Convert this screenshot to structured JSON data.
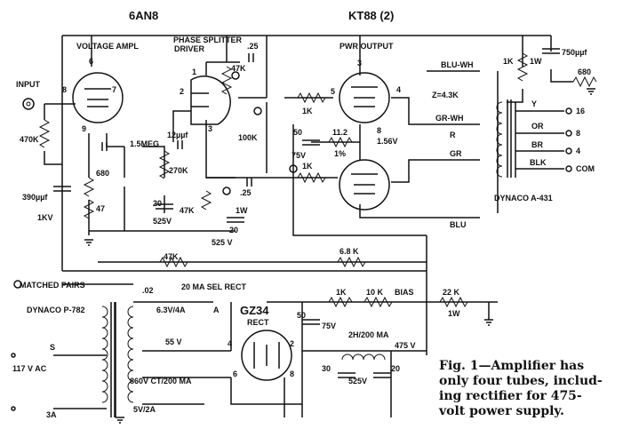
{
  "tubes": {
    "v1": "6AN8",
    "v2": "KT88 (2)",
    "rect": "GZ34",
    "rect_sub": "RECT"
  },
  "sections": {
    "voltage_ampl": "VOLTAGE AMPL",
    "phase_splitter_1": "PHASE SPLITTER",
    "phase_splitter_2": "DRIVER",
    "pwr_output": "PWR OUTPUT",
    "input": "INPUT",
    "matched_pairs": "MATCHED PAIRS"
  },
  "components": {
    "r_470k": "470K",
    "r_680": "680",
    "r_47": "47",
    "c_390": "390µµf",
    "c_1kv": "1KV",
    "r_1_5meg": "1.5MEG",
    "c_12uuf": "12µµf",
    "r_270k": "270K",
    "c_20": "20",
    "c_525v": "525V",
    "r_47k_a": "47K",
    "r_47k_b": "47K",
    "r_47k_c": "47K",
    "r_1w_a": "1W",
    "c_20b": "20",
    "c_525vb": "525 V",
    "c_25a": ".25",
    "c_25b": ".25",
    "r_100k": "100K",
    "r_1k_a": "1K",
    "r_1k_b": "1K",
    "c_50": "50",
    "c_75v": "75V",
    "r_11_2": "11.2",
    "r_1pct": "1%",
    "v_156": "1.56V",
    "r_6_8k": "6.8 K",
    "r_1k_top": "1K",
    "r_1w_top": "1W",
    "c_750": "750µµf",
    "r_680b": "680",
    "pin3": "3",
    "pin4": "4",
    "pin5": "5",
    "pin8": "8",
    "z_label": "Z=4.3K",
    "blu_wh": "BLU-WH",
    "gr_wh": "GR-WH",
    "r_lead": "R",
    "gr_lead": "GR",
    "blu": "BLU",
    "y": "Y",
    "or": "OR",
    "br": "BR",
    "blk": "BLK",
    "o16": "16",
    "o8": "8",
    "o4": "4",
    "com": "COM",
    "xfmr": "DYNACO A-431",
    "c_02": ".02",
    "sel_rect": "20 MA SEL RECT",
    "v_63": "6.3V/4A",
    "a_label": "A",
    "v_55": "55 V",
    "v_860": "860V CT/200 MA",
    "v_5": "5V/2A",
    "p782": "DYNACO P-782",
    "s_label": "S",
    "ac": "117 V AC",
    "fuse": "3A",
    "r_1k_pw": "1K",
    "r_10k": "10 K",
    "bias": "BIAS",
    "r_22k": "22 K",
    "r_1w_pw": "1W",
    "c_50b": "50",
    "c_75vb": "75V",
    "choke": "2H/200 MA",
    "v_475": "475 V",
    "c_30": "30",
    "c_20c": "20",
    "c_525vc": "525V",
    "p4": "4",
    "p2": "2",
    "p6": "6",
    "p8r": "8",
    "p6a": "6",
    "p7": "7",
    "p8a": "8",
    "p9": "9",
    "p1": "1",
    "p2a": "2",
    "p3": "3"
  },
  "caption": {
    "l1": "Fig. 1—Amplifier has",
    "l2": "only four tubes, includ-",
    "l3": "ing rectifier for 475-",
    "l4": "volt power supply."
  }
}
